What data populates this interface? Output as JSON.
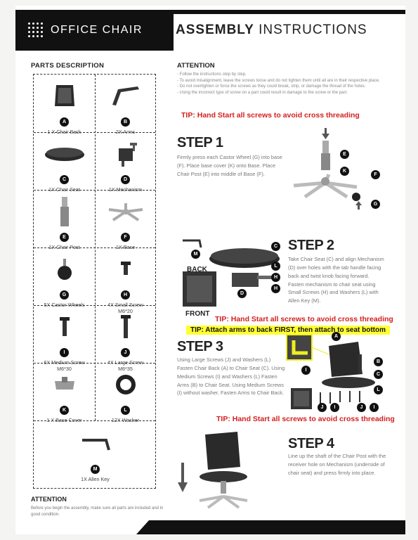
{
  "header": {
    "brand": "OFFICE CHAIR",
    "title_bold": "ASSEMBLY",
    "title_rest": "INSTRUCTIONS"
  },
  "parts": {
    "heading": "PARTS DESCRIPTION",
    "items": [
      {
        "letter": "A",
        "label": "1 X Chair Back"
      },
      {
        "letter": "B",
        "label": "2X Arms"
      },
      {
        "letter": "C",
        "label": "1X Chair Seat"
      },
      {
        "letter": "D",
        "label": "1X Mechanism"
      },
      {
        "letter": "E",
        "label": "1X Chair Post"
      },
      {
        "letter": "F",
        "label": "1X Base"
      },
      {
        "letter": "G",
        "label": "5X Castor Wheels"
      },
      {
        "letter": "H",
        "label": "4X Small Screw",
        "sub": "M6*20"
      },
      {
        "letter": "I",
        "label": "6X Medium Screw",
        "sub": "M6*30"
      },
      {
        "letter": "J",
        "label": "4X Large Screw",
        "sub": "M6*35"
      },
      {
        "letter": "K",
        "label": "1 X Base Cover"
      },
      {
        "letter": "L",
        "label": "12X Washer"
      },
      {
        "letter": "M",
        "label": "1X Allen Key"
      }
    ]
  },
  "attention_bottom": {
    "heading": "ATTENTION",
    "body": "Before you begin the assembly, make sure all parts are included and in good condition."
  },
  "attention": {
    "heading": "ATTENTION",
    "items": [
      "- Follow the instructions step by step.",
      "- To avoid misalignment, leave the screws loose and do not tighten them until all are in their respective place.",
      "- Do not overtighten or force the screws as they could break, strip, or damage the thread of the holes.",
      "- Using the incorrect type of screw on a part could result in damage to the screw or the part."
    ]
  },
  "tips": {
    "hand_start": "TIP: Hand Start all screws to avoid cross threading",
    "arms": "TIP: Attach arms to back FIRST, then attach to seat bottom"
  },
  "step1": {
    "title": "STEP 1",
    "text": "Firmly press each Castor Wheel (G) into base (F). Place base cover (K) onto Base. Place Chair Post (E) into middle of Base (F).",
    "markers": [
      "E",
      "K",
      "F",
      "G"
    ]
  },
  "step2": {
    "title": "STEP 2",
    "text": "Take Chair Seat (C) and align Mechanism (D) over holes with the tab handle facing back and twist knob facing forward. Fasten mechanism to chair seat using Small Screws (H) and Washers (L) with Allen Key (M).",
    "back_label": "BACK",
    "front_label": "FRONT",
    "markers": [
      "M",
      "C",
      "L",
      "H",
      "D",
      "H"
    ]
  },
  "step3": {
    "title": "STEP 3",
    "text": "Using Large Screws (J) and Washers (L) Fasten Chair Back (A) to Chair Seat (C). Using Medium Screws (I) and Washers (L) Fasten Arms (B) to Chair Seat. Using Medium Screws (I) without washer, Fasten Arms to Chair Back.",
    "markers": [
      "A",
      "I",
      "B",
      "C",
      "L",
      "J",
      "I",
      "J",
      "I"
    ]
  },
  "step4": {
    "title": "STEP 4",
    "text": "Line up the shaft of the Chair Post with the receiver hole on Mechanism (underside of chair seat) and press firmly into place."
  },
  "colors": {
    "tip_red": "#d42020",
    "tip_highlight": "#ffff33",
    "dark": "#111111"
  }
}
